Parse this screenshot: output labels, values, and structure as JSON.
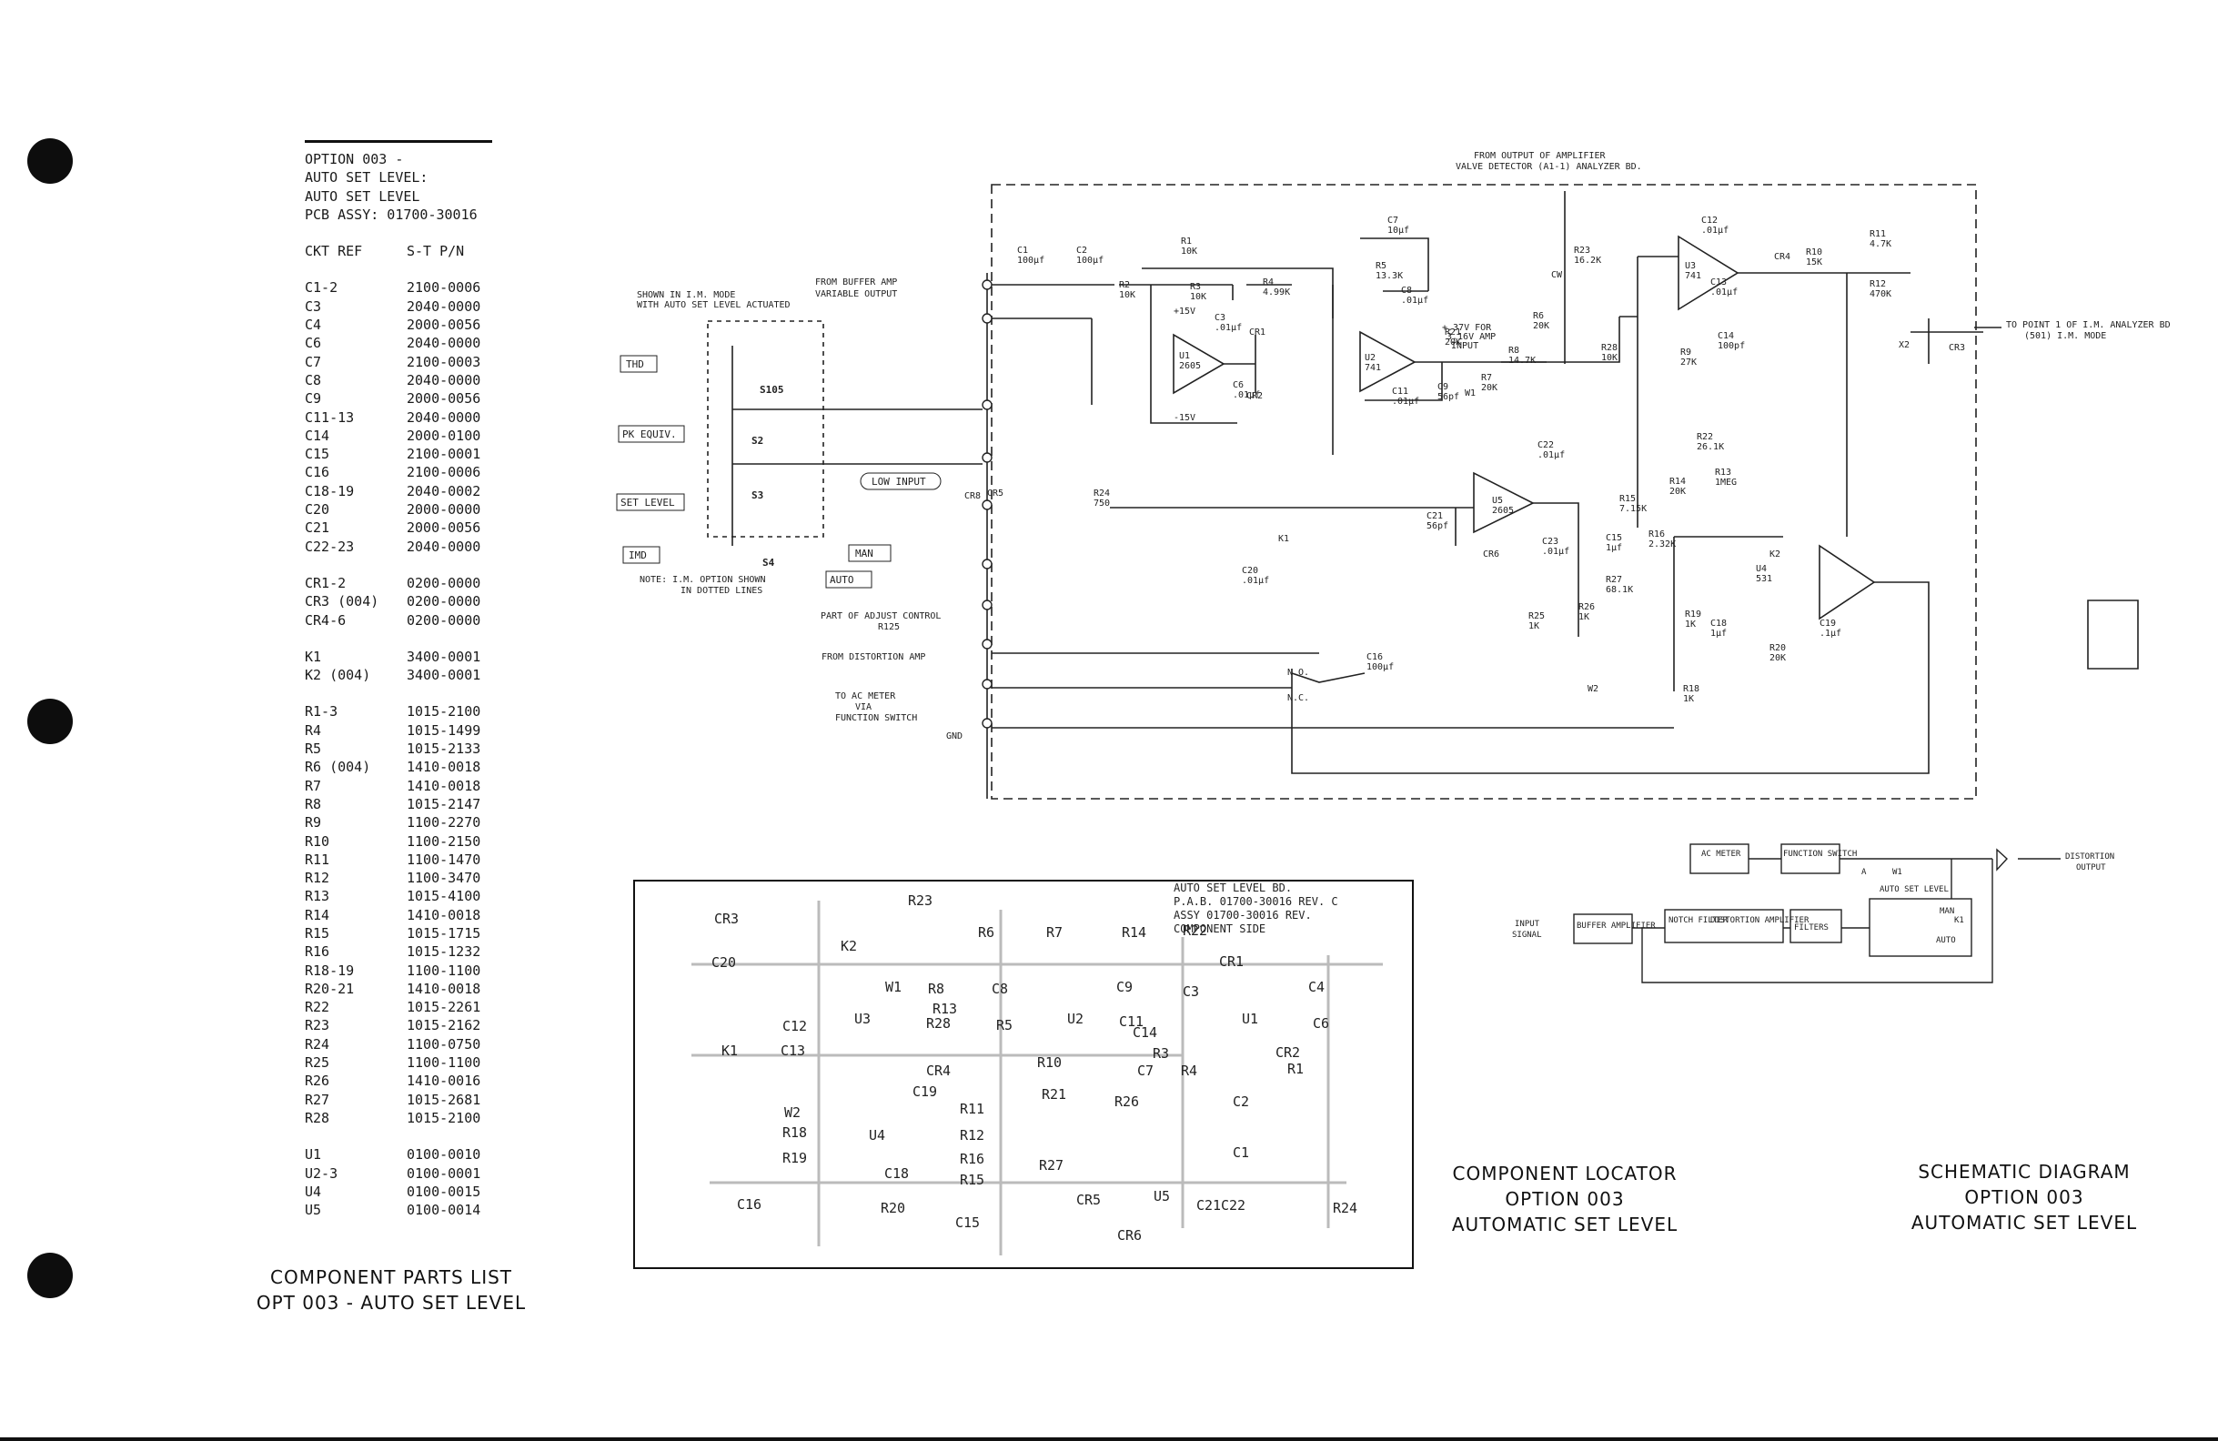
{
  "parts_list": {
    "header_lines": [
      "OPTION 003 -",
      "AUTO SET LEVEL:",
      "AUTO SET LEVEL",
      "PCB ASSY: 01700-30016"
    ],
    "column_headers": {
      "ckt_ref": "CKT REF",
      "part_no": "S-T P/N"
    },
    "groups": [
      [
        [
          "C1-2",
          "2100-0006"
        ],
        [
          "C3",
          "2040-0000"
        ],
        [
          "C4",
          "2000-0056"
        ],
        [
          "C6",
          "2040-0000"
        ],
        [
          "C7",
          "2100-0003"
        ],
        [
          "C8",
          "2040-0000"
        ],
        [
          "C9",
          "2000-0056"
        ],
        [
          "C11-13",
          "2040-0000"
        ],
        [
          "C14",
          "2000-0100"
        ],
        [
          "C15",
          "2100-0001"
        ],
        [
          "C16",
          "2100-0006"
        ],
        [
          "C18-19",
          "2040-0002"
        ],
        [
          "C20",
          "2000-0000"
        ],
        [
          "C21",
          "2000-0056"
        ],
        [
          "C22-23",
          "2040-0000"
        ]
      ],
      [
        [
          "CR1-2",
          "0200-0000"
        ],
        [
          "CR3 (004)",
          "0200-0000"
        ],
        [
          "CR4-6",
          "0200-0000"
        ]
      ],
      [
        [
          "K1",
          "3400-0001"
        ],
        [
          "K2 (004)",
          "3400-0001"
        ]
      ],
      [
        [
          "R1-3",
          "1015-2100"
        ],
        [
          "R4",
          "1015-1499"
        ],
        [
          "R5",
          "1015-2133"
        ],
        [
          "R6 (004)",
          "1410-0018"
        ],
        [
          "R7",
          "1410-0018"
        ],
        [
          "R8",
          "1015-2147"
        ],
        [
          "R9",
          "1100-2270"
        ],
        [
          "R10",
          "1100-2150"
        ],
        [
          "R11",
          "1100-1470"
        ],
        [
          "R12",
          "1100-3470"
        ],
        [
          "R13",
          "1015-4100"
        ],
        [
          "R14",
          "1410-0018"
        ],
        [
          "R15",
          "1015-1715"
        ],
        [
          "R16",
          "1015-1232"
        ],
        [
          "R18-19",
          "1100-1100"
        ],
        [
          "R20-21",
          "1410-0018"
        ],
        [
          "R22",
          "1015-2261"
        ],
        [
          "R23",
          "1015-2162"
        ],
        [
          "R24",
          "1100-0750"
        ],
        [
          "R25",
          "1100-1100"
        ],
        [
          "R26",
          "1410-0016"
        ],
        [
          "R27",
          "1015-2681"
        ],
        [
          "R28",
          "1015-2100"
        ]
      ],
      [
        [
          "U1",
          "0100-0010"
        ],
        [
          "U2-3",
          "0100-0001"
        ],
        [
          "U4",
          "0100-0015"
        ],
        [
          "U5",
          "0100-0014"
        ]
      ]
    ]
  },
  "captions": {
    "parts": [
      "COMPONENT PARTS LIST",
      "OPT 003 - AUTO SET LEVEL"
    ],
    "locator": [
      "COMPONENT LOCATOR",
      "OPTION 003",
      "AUTOMATIC SET LEVEL"
    ],
    "schematic": [
      "SCHEMATIC DIAGRAM",
      "OPTION 003",
      "AUTOMATIC SET LEVEL"
    ]
  },
  "schematic": {
    "top_note": [
      "FROM OUTPUT OF AMPLIFIER",
      "VALVE DETECTOR (A1-1) ANALYZER BD."
    ],
    "shown_in_im_mode": [
      "SHOWN IN I.M. MODE",
      "WITH AUTO SET LEVEL ACTUATED"
    ],
    "from_buffer": [
      "FROM BUFFER AMP",
      "VARIABLE OUTPUT"
    ],
    "switches": [
      "THD",
      "PK EQUIV.",
      "SET LEVEL",
      "IMD"
    ],
    "switch_refs": [
      "S105",
      "S2",
      "S3",
      "S4"
    ],
    "note": [
      "NOTE: I.M. OPTION SHOWN",
      "IN DOTTED LINES"
    ],
    "low_input": "LOW INPUT",
    "man": "MAN",
    "auto": "AUTO",
    "adjust_control": [
      "PART OF ADJUST CONTROL",
      "R125"
    ],
    "from_distortion": "FROM DISTORTION AMP",
    "to_ac_meter": [
      "TO AC METER",
      "VIA",
      "FUNCTION SWITCH"
    ],
    "gnd": "GND",
    "to_point": [
      "TO POINT 1 OF I.M. ANALYZER BD",
      "(501) I.M. MODE"
    ],
    "plus_37v": [
      "+.37V FOR",
      "3.16V AMP",
      "INPUT"
    ],
    "components": [
      {
        "id": "C1",
        "label": "C1",
        "value": "100µf"
      },
      {
        "id": "C2",
        "label": "C2",
        "value": "100µf"
      },
      {
        "id": "R1",
        "label": "R1",
        "value": "10K"
      },
      {
        "id": "R2",
        "label": "R2",
        "value": "10K"
      },
      {
        "id": "R3",
        "label": "R3",
        "value": "10K"
      },
      {
        "id": "R4",
        "label": "R4",
        "value": "4.99K"
      },
      {
        "id": "C3",
        "label": "C3",
        "value": ".01µf"
      },
      {
        "id": "C6",
        "label": "C6",
        "value": ".01µf"
      },
      {
        "id": "U1",
        "label": "U1",
        "value": "2605"
      },
      {
        "id": "C7",
        "label": "C7",
        "value": "10µf"
      },
      {
        "id": "R5",
        "label": "R5",
        "value": "13.3K"
      },
      {
        "id": "C8",
        "label": "C8",
        "value": ".01µf"
      },
      {
        "id": "R21",
        "label": "R21",
        "value": "20K"
      },
      {
        "id": "U2",
        "label": "U2",
        "value": "741"
      },
      {
        "id": "C11",
        "label": "C11",
        "value": ".01µf"
      },
      {
        "id": "C9",
        "label": "C9",
        "value": "56pf"
      },
      {
        "id": "R7",
        "label": "R7",
        "value": "20K"
      },
      {
        "id": "R8",
        "label": "R8",
        "value": "14.7K"
      },
      {
        "id": "R23",
        "label": "R23",
        "value": "16.2K"
      },
      {
        "id": "R6",
        "label": "R6",
        "value": "20K"
      },
      {
        "id": "R28",
        "label": "R28",
        "value": "10K"
      },
      {
        "id": "R9",
        "label": "R9",
        "value": "27K"
      },
      {
        "id": "U3",
        "label": "U3",
        "value": "741"
      },
      {
        "id": "C12",
        "label": "C12",
        "value": ".01µf"
      },
      {
        "id": "C13",
        "label": "C13",
        "value": ".01µf"
      },
      {
        "id": "C14",
        "label": "C14",
        "value": "100pf"
      },
      {
        "id": "R10",
        "label": "R10",
        "value": "15K"
      },
      {
        "id": "R11",
        "label": "R11",
        "value": "4.7K"
      },
      {
        "id": "R12",
        "label": "R12",
        "value": "470K"
      },
      {
        "id": "R24",
        "label": "R24",
        "value": "750"
      },
      {
        "id": "C21",
        "label": "C21",
        "value": "56pf"
      },
      {
        "id": "C22",
        "label": "C22",
        "value": ".01µf"
      },
      {
        "id": "U5",
        "label": "U5",
        "value": "2605"
      },
      {
        "id": "C23",
        "label": "C23",
        "value": ".01µf"
      },
      {
        "id": "C20",
        "label": "C20",
        "value": ".01µf"
      },
      {
        "id": "R22",
        "label": "R22",
        "value": "26.1K"
      },
      {
        "id": "R13",
        "label": "R13",
        "value": "1MEG"
      },
      {
        "id": "R14",
        "label": "R14",
        "value": "20K"
      },
      {
        "id": "R15",
        "label": "R15",
        "value": "7.15K"
      },
      {
        "id": "R16",
        "label": "R16",
        "value": "2.32K"
      },
      {
        "id": "C15",
        "label": "C15",
        "value": "1µf"
      },
      {
        "id": "R27",
        "label": "R27",
        "value": "68.1K"
      },
      {
        "id": "R26",
        "label": "R26",
        "value": "1K"
      },
      {
        "id": "R25",
        "label": "R25",
        "value": "1K"
      },
      {
        "id": "U4",
        "label": "U4",
        "value": "531"
      },
      {
        "id": "R19",
        "label": "R19",
        "value": "1K"
      },
      {
        "id": "C18",
        "label": "C18",
        "value": "1µf"
      },
      {
        "id": "R20",
        "label": "R20",
        "value": "20K"
      },
      {
        "id": "C19",
        "label": "C19",
        "value": ".1µf"
      },
      {
        "id": "C16",
        "label": "C16",
        "value": "100µf"
      },
      {
        "id": "R18",
        "label": "R18",
        "value": "1K"
      }
    ],
    "misc_labels": [
      "CR1",
      "CR2",
      "CR3",
      "CR4",
      "CR5",
      "CR6",
      "CR8",
      "K1",
      "K2",
      "X2",
      "W1",
      "W2",
      "CW",
      "N.O.",
      "N.C.",
      "+15V",
      "-15V"
    ]
  },
  "block_diagram": {
    "blocks": [
      "AC METER",
      "FUNCTION SWITCH",
      "BUFFER AMPLIFIER",
      "NOTCH FILTER",
      "DISTORTION AMPLIFIER",
      "FILTERS",
      "AUTO SET LEVEL"
    ],
    "input_signal": [
      "INPUT",
      "SIGNAL"
    ],
    "distortion_output": [
      "DISTORTION",
      "OUTPUT"
    ],
    "labels": [
      "MAN",
      "AUTO",
      "K1",
      "A",
      "W1"
    ]
  },
  "locator": {
    "board_title": [
      "AUTO SET LEVEL BD.",
      "P.A.B. 01700-30016 REV. C",
      "ASSY 01700-30016 REV.",
      "COMPONENT SIDE"
    ],
    "parts": [
      "CR3",
      "R23",
      "K2",
      "R6",
      "R7",
      "R14",
      "R22",
      "CR1",
      "C20",
      "W1",
      "R8",
      "C8",
      "C9",
      "C3",
      "C4",
      "U3",
      "U2",
      "U1",
      "C6",
      "C12",
      "R13",
      "R5",
      "C11",
      "K1",
      "C13",
      "R28",
      "CR4",
      "R10",
      "C14",
      "C7",
      "R4",
      "R1",
      "R3",
      "CR2",
      "C19",
      "R11",
      "R21",
      "R26",
      "C2",
      "W2",
      "R18",
      "U4",
      "R12",
      "R19",
      "R16",
      "C1",
      "R15",
      "C18",
      "R27",
      "CR5",
      "R20",
      "C15",
      "U5",
      "C21",
      "C22",
      "R24",
      "C16",
      "CR6"
    ]
  }
}
